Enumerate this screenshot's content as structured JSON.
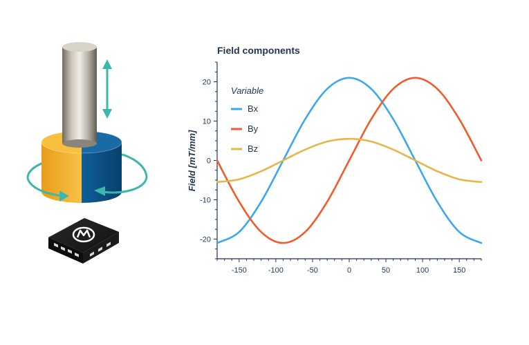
{
  "colors": {
    "bx": "#3aa8ec",
    "by": "#f25a2b",
    "bz": "#e8b54a",
    "axis": "#1f3553",
    "magnet_yellow": "#f6b22c",
    "magnet_blue": "#0d5a93",
    "arrow_teal": "#3bb7ad"
  },
  "icons": {
    "shaft": "steel-shaft-icon",
    "magnet": "rotating-magnet-icon",
    "sensor": "sensor-chip-icon",
    "sensor_logo": "m-logo-icon",
    "axial_arrow": "double-arrow-icon",
    "rotation_arrow": "rotation-arrow-icon"
  },
  "chart_data": {
    "type": "line",
    "title": "Field components",
    "xlabel": "",
    "ylabel": "Field [mT/mm]",
    "xlim": [
      -180,
      180
    ],
    "ylim": [
      -25,
      25
    ],
    "xticks": [
      -150,
      -100,
      -50,
      0,
      50,
      100,
      150
    ],
    "yticks": [
      -20,
      -10,
      0,
      10,
      20
    ],
    "grid": false,
    "legend_title": "Variable",
    "legend_position": "top-left",
    "series": [
      {
        "name": "Bx",
        "x": [
          -180,
          -150,
          -120,
          -90,
          -60,
          -30,
          0,
          30,
          60,
          90,
          120,
          150,
          180
        ],
        "y": [
          -21,
          -18.2,
          -10.5,
          0,
          10.5,
          18.2,
          21,
          18.2,
          10.5,
          0,
          -10.5,
          -18.2,
          -21
        ]
      },
      {
        "name": "By",
        "x": [
          -180,
          -150,
          -120,
          -90,
          -60,
          -30,
          0,
          30,
          60,
          90,
          120,
          150,
          180
        ],
        "y": [
          0,
          -10.5,
          -18.2,
          -21,
          -18.2,
          -10.5,
          0,
          10.5,
          18.2,
          21,
          18.2,
          10.5,
          0
        ]
      },
      {
        "name": "Bz",
        "x": [
          -180,
          -150,
          -120,
          -90,
          -60,
          -30,
          0,
          30,
          60,
          90,
          120,
          150,
          180
        ],
        "y": [
          -5.5,
          -4.8,
          -2.75,
          0,
          2.75,
          4.8,
          5.5,
          4.8,
          2.75,
          0,
          -2.75,
          -4.8,
          -5.5
        ]
      }
    ]
  }
}
